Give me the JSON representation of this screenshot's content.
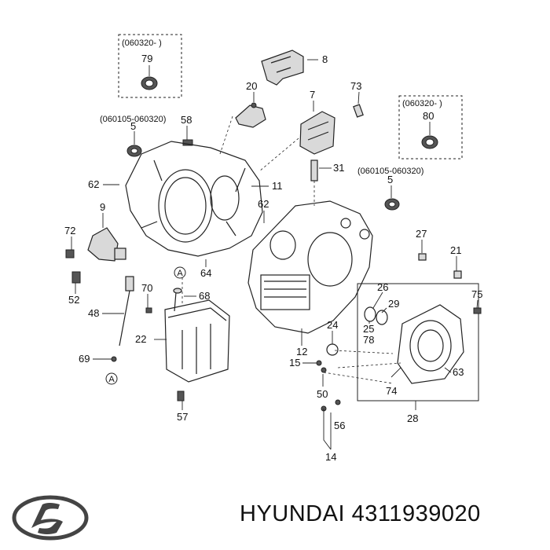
{
  "labels": {
    "p79": "79",
    "p8": "8",
    "p20": "20",
    "p73": "73",
    "p7": "7",
    "p80": "80",
    "p58": "58",
    "p5a": "5",
    "p5b": "5",
    "p31": "31",
    "p11": "11",
    "p62a": "62",
    "p62b": "62",
    "p9": "9",
    "p72": "72",
    "p27": "27",
    "p21": "21",
    "p64": "64",
    "p52": "52",
    "p70": "70",
    "p68": "68",
    "p26": "26",
    "p75": "75",
    "p48": "48",
    "p29": "29",
    "p22": "22",
    "p24": "24",
    "p25": "25",
    "p78": "78",
    "p12": "12",
    "p69": "69",
    "p15": "15",
    "p63": "63",
    "p74": "74",
    "p50": "50",
    "p28": "28",
    "p57": "57",
    "p56": "56",
    "p14": "14"
  },
  "date_ranges": {
    "box79": "(060320- )",
    "box80": "(060320- )",
    "range5a": "(060105-060320)",
    "range5b": "(060105-060320)"
  },
  "markers": {
    "a_top": "A",
    "a_bottom": "A"
  },
  "footer": {
    "brand": "HYUNDAI",
    "part_number": "4311939020"
  }
}
